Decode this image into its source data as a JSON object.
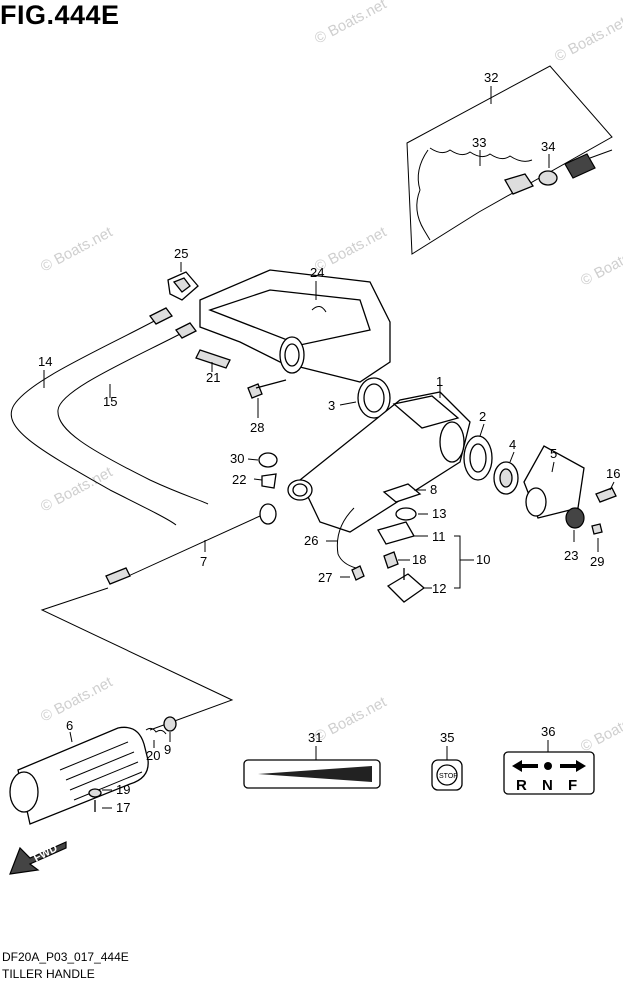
{
  "figure": {
    "title": "FIG.444E"
  },
  "footer": {
    "code": "DF20A_P03_017_444E",
    "name": "TILLER HANDLE"
  },
  "watermark": {
    "text": "© Boats.net"
  },
  "callouts": {
    "c1": "1",
    "c2": "2",
    "c3": "3",
    "c4": "4",
    "c5": "5",
    "c6": "6",
    "c7": "7",
    "c8": "8",
    "c9": "9",
    "c10": "10",
    "c11": "11",
    "c12": "12",
    "c13": "13",
    "c14": "14",
    "c15": "15",
    "c16": "16",
    "c17": "17",
    "c18": "18",
    "c19": "19",
    "c20": "20",
    "c21": "21",
    "c22": "22",
    "c23": "23",
    "c24": "24",
    "c25": "25",
    "c26": "26",
    "c27": "27",
    "c28": "28",
    "c29": "29",
    "c30": "30",
    "c31": "31",
    "c32": "32",
    "c33": "33",
    "c34": "34",
    "c35": "35",
    "c36": "36"
  },
  "decals": {
    "stop": "STOP",
    "shift": {
      "r": "R",
      "n": "N",
      "f": "F"
    },
    "fwd": "FWD"
  }
}
